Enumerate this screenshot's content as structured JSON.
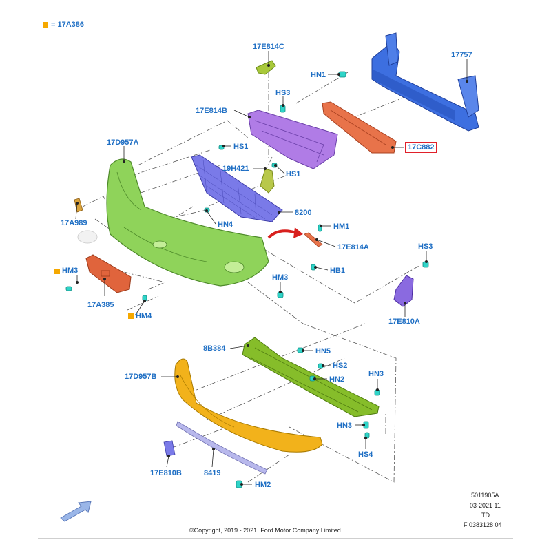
{
  "legend": {
    "symbol_color": "#f5a800",
    "text": "= 17A386"
  },
  "highlight_color": "#e0202a",
  "label_color": "#1f6fc4",
  "callouts": [
    {
      "id": "17E814C",
      "text": "17E814C"
    },
    {
      "id": "17757",
      "text": "17757"
    },
    {
      "id": "HN1",
      "text": "HN1"
    },
    {
      "id": "HS3_top",
      "text": "HS3"
    },
    {
      "id": "17E814B",
      "text": "17E814B"
    },
    {
      "id": "17D957A",
      "text": "17D957A"
    },
    {
      "id": "HS1_a",
      "text": "HS1"
    },
    {
      "id": "17C882",
      "text": "17C882",
      "highlighted": true
    },
    {
      "id": "19H421",
      "text": "19H421"
    },
    {
      "id": "HS1_b",
      "text": "HS1"
    },
    {
      "id": "8200",
      "text": "8200"
    },
    {
      "id": "17A989",
      "text": "17A989"
    },
    {
      "id": "HN4",
      "text": "HN4"
    },
    {
      "id": "HM1",
      "text": "HM1"
    },
    {
      "id": "17E814A",
      "text": "17E814A"
    },
    {
      "id": "HS3_right",
      "text": "HS3"
    },
    {
      "id": "HM3_left",
      "text": "HM3",
      "marked": true
    },
    {
      "id": "HB1",
      "text": "HB1"
    },
    {
      "id": "HM3_mid",
      "text": "HM3"
    },
    {
      "id": "17A385",
      "text": "17A385"
    },
    {
      "id": "HM4",
      "text": "HM4",
      "marked": true
    },
    {
      "id": "17E810A",
      "text": "17E810A"
    },
    {
      "id": "8B384",
      "text": "8B384"
    },
    {
      "id": "HN5",
      "text": "HN5"
    },
    {
      "id": "HS2",
      "text": "HS2"
    },
    {
      "id": "17D957B",
      "text": "17D957B"
    },
    {
      "id": "HN2_mid",
      "text": "HN2"
    },
    {
      "id": "HN3_right",
      "text": "HN3"
    },
    {
      "id": "HN3_mid",
      "text": "HN3"
    },
    {
      "id": "HS4",
      "text": "HS4"
    },
    {
      "id": "17E810B",
      "text": "17E810B"
    },
    {
      "id": "8419",
      "text": "8419"
    },
    {
      "id": "HM2",
      "text": "HM2"
    }
  ],
  "part_colors": {
    "bumper_cover": "#8fd35a",
    "reinforcement": "#3d6fe0",
    "absorber": "#e8734a",
    "grille_bracket": "#b07ce6",
    "grille": "#7a7ae8",
    "valance": "#f2b21b",
    "undershield": "#86bd2a",
    "clip": "#2fd4c8"
  },
  "doc_meta": {
    "line1": "5011905A",
    "line2": "03-2021 11",
    "line3": "TD",
    "line4": "F 0383128 04"
  },
  "copyright": "©Copyright, 2019 - 2021, Ford Motor Company Limited",
  "direction_arrow_icon": "front-direction-arrow-icon"
}
